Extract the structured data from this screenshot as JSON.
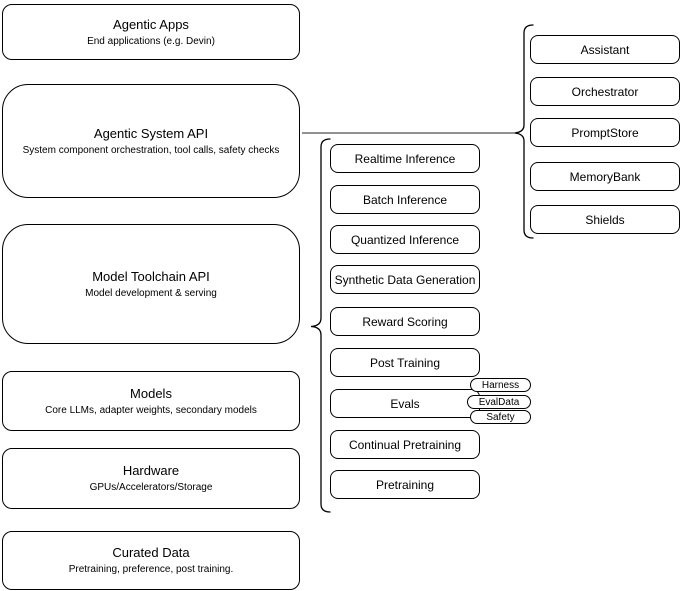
{
  "diagram": {
    "background": "#ffffff",
    "stroke_color": "#000000",
    "connector_color": "#4d4d4d"
  },
  "left_stack": [
    {
      "title": "Agentic Apps",
      "subtitle": "End applications (e.g. Devin)"
    },
    {
      "title": "Agentic System API",
      "subtitle": "System component orchestration, tool calls, safety checks"
    },
    {
      "title": "Model Toolchain API",
      "subtitle": "Model development & serving"
    },
    {
      "title": "Models",
      "subtitle": "Core LLMs, adapter weights, secondary models"
    },
    {
      "title": "Hardware",
      "subtitle": "GPUs/Accelerators/Storage"
    },
    {
      "title": "Curated Data",
      "subtitle": "Pretraining, preference, post training."
    }
  ],
  "toolchain_components": [
    "Realtime Inference",
    "Batch Inference",
    "Quantized Inference",
    "Synthetic Data Generation",
    "Reward Scoring",
    "Post Training",
    "Evals",
    "Continual Pretraining",
    "Pretraining"
  ],
  "evals_tags": [
    "Harness",
    "EvalData",
    "Safety"
  ],
  "system_components": [
    "Assistant",
    "Orchestrator",
    "PromptStore",
    "MemoryBank",
    "Shields"
  ]
}
